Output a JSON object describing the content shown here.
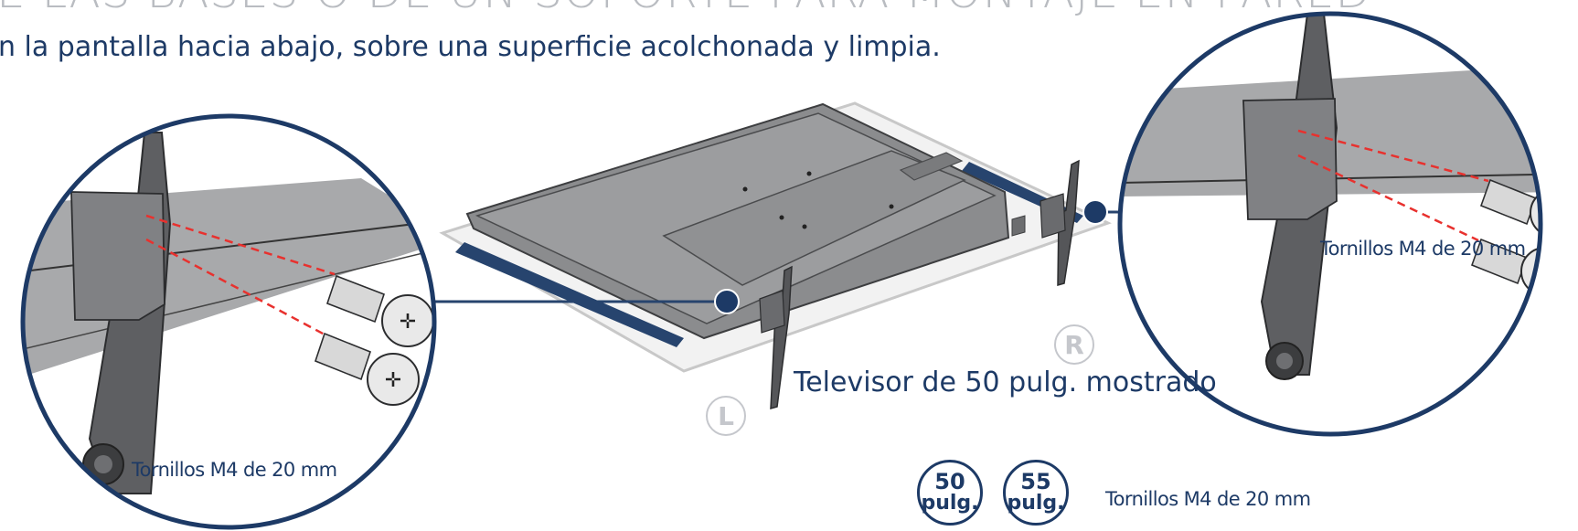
{
  "heading": {
    "title_partial": "E LAS BASES O DE UN SOPORTE PARA MONTAJE EN PARED",
    "instruction": "n la pantalla hacia abajo, sobre una superficie acolchonada y limpia."
  },
  "illustration": {
    "caption": "Televisor de 50 pulg. mostrado",
    "left_label": "L",
    "right_label": "R",
    "left_detail_screws": "Tornillos M4 de 20 mm",
    "right_detail_screws": "Tornillos M4 de 20 mm"
  },
  "sizes": {
    "badges": [
      {
        "num": "50",
        "unit": "pulg."
      },
      {
        "num": "55",
        "unit": "pulg."
      }
    ],
    "screws": "Tornillos M4 de 20 mm"
  },
  "colors": {
    "navy": "#1d3a66",
    "gray_text": "#b9bcc1",
    "red_dash": "#e8312e"
  }
}
